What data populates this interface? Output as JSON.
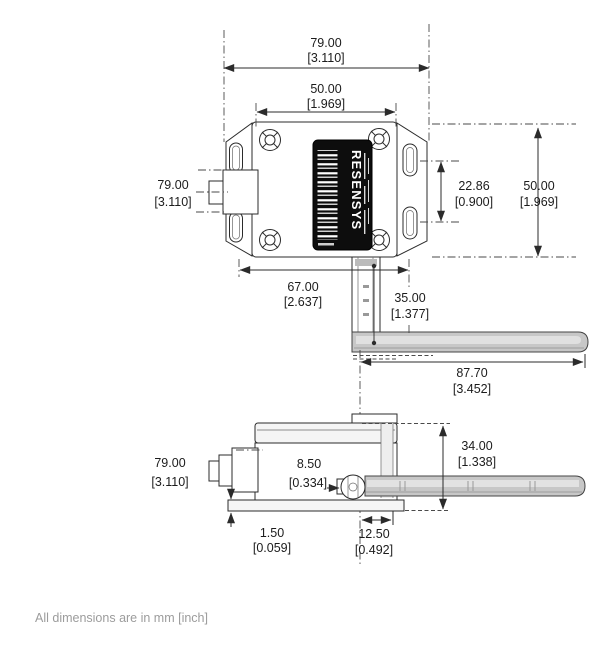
{
  "note": "All dimensions are in mm [inch]",
  "label": {
    "brand": "RESENSYS"
  },
  "dims": {
    "top_width": {
      "mm": "79.00",
      "inch": "[3.110]"
    },
    "inner_width": {
      "mm": "50.00",
      "inch": "[1.969]"
    },
    "left_top": {
      "mm": "79.00",
      "inch": "[3.110]"
    },
    "slot_span": {
      "mm": "22.86",
      "inch": "[0.900]"
    },
    "right_height": {
      "mm": "50.00",
      "inch": "[1.969]"
    },
    "base_span": {
      "mm": "67.00",
      "inch": "[2.637]"
    },
    "drop": {
      "mm": "35.00",
      "inch": "[1.377]"
    },
    "arm": {
      "mm": "87.70",
      "inch": "[3.452]"
    },
    "side_left": {
      "mm": "79.00",
      "inch": "[3.110]"
    },
    "stub": {
      "mm": "8.50",
      "inch": "[0.334]"
    },
    "side_height": {
      "mm": "34.00",
      "inch": "[1.338]"
    },
    "plate": {
      "mm": "1.50",
      "inch": "[0.059]"
    },
    "offset": {
      "mm": "12.50",
      "inch": "[0.492]"
    }
  }
}
